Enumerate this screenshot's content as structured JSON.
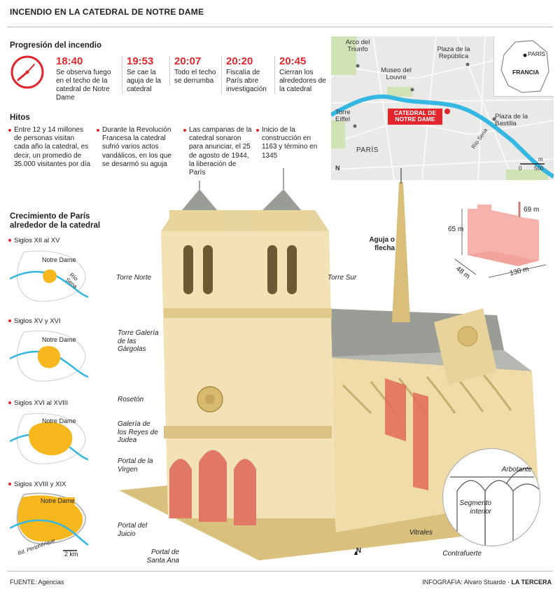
{
  "header": {
    "title": "INCENDIO EN LA CATEDRAL DE NOTRE DAME"
  },
  "timeline": {
    "heading": "Progresión del incendio",
    "events": [
      {
        "time": "18:40",
        "text": "Se observa fuego en el techo de la catedral de Notre Dame"
      },
      {
        "time": "19:53",
        "text": "Se cae la aguja de la catedral"
      },
      {
        "time": "20:07",
        "text": "Todo el techo se derrumba"
      },
      {
        "time": "20:20",
        "text": "Fiscalía de París abre investigación"
      },
      {
        "time": "20:45",
        "text": "Cierran los alrededores de la catedral"
      }
    ]
  },
  "hitos": {
    "heading": "Hitos",
    "items": [
      "Entre 12 y 14 millones de personas visitan cada año la catedral, es decir, un promedio de 35.000 visitantes por día",
      "Durante la Revolución Francesa la catedral sufrió varios actos vandálicos, en los que se desarmó su aguja",
      "Las campanas de la catedral sonaron para anunciar, el 25 de agosto de 1944, la liberación de París",
      "Inicio de la construcción en 1163 y término en 1345"
    ]
  },
  "map": {
    "labels": {
      "arco": "Arco del Triunfo",
      "republica": "Plaza de la República",
      "louvre": "Museo del Louvre",
      "eiffel": "Torre Eiffel",
      "catedral": "CATEDRAL DE NOTRE DAME",
      "bastilla": "Plaza de la Bastilla",
      "sena": "Río Sena",
      "paris": "PARÍS",
      "north": "N",
      "scale_unit": "m",
      "scale_zero": "0",
      "scale_500": "500"
    },
    "inset": {
      "city": "PARÍS",
      "country": "FRANCIA"
    }
  },
  "growth": {
    "heading": "Crecimiento de París alrededor de la catedral",
    "periods": [
      {
        "label": "Siglos XII al XV",
        "marker": "Notre Dame",
        "river": "Río Sena"
      },
      {
        "label": "Siglos XV y XVI",
        "marker": "Notre Dame"
      },
      {
        "label": "Siglos XVI al XVIII",
        "marker": "Notre Dame"
      },
      {
        "label": "Siglos XVIII y XIX",
        "marker": "Notre Dame",
        "boulevard": "Bd. Periphérique",
        "scale": "2 km"
      }
    ]
  },
  "dimensions": {
    "height_towers": "65 m",
    "height_spire": "69 m",
    "width": "48 m",
    "length": "130 m"
  },
  "callouts": {
    "torre_norte": "Torre Norte",
    "torre_sur": "Torre Sur",
    "aguja": "Aguja o flecha",
    "galeria_gargolas": "Torre Galería de las Gárgolas",
    "roseton": "Rosetón",
    "galeria_reyes": "Galería de los Reyes de Judea",
    "portal_virgen": "Portal de la Virgen",
    "portal_juicio": "Portal del Juicio",
    "portal_santa_ana": "Portal de Santa Ana",
    "vitrales": "Vitrales",
    "contrafuerte": "Contrafuerte",
    "arbotante": "Arbotante",
    "segmento": "Segmento interior",
    "north": "N"
  },
  "footer": {
    "source": "FUENTE: Agencias",
    "credit_prefix": "INFOGRAFIA: Alvaro Stuardo · ",
    "credit_brand": "LA TERCERA"
  },
  "colors": {
    "accent": "#e3252c",
    "river": "#35b7e4",
    "city": "#f6b81c",
    "stone": "#efdca8",
    "roof": "#9a9d96"
  }
}
